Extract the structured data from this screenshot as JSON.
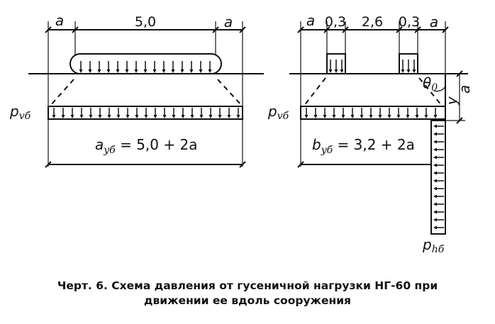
{
  "left": {
    "dim_a_left": "a",
    "dim_span": "5,0",
    "dim_a_right": "a",
    "load_label": "p",
    "load_sub": "vб",
    "formula_main": "a",
    "formula_sub": "yб",
    "formula_rest": " = 5,0 + 2a"
  },
  "right": {
    "dim_a_left": "a",
    "dim_03_left": "0,3",
    "dim_26": "2,6",
    "dim_03_right": "0,3",
    "dim_a_right": "a",
    "load_label": "p",
    "load_sub": "vб",
    "formula_main": "b",
    "formula_sub": "yб",
    "formula_rest": " = 3,2 + 2a",
    "theta": "θ",
    "theta_sub": "0",
    "y_label": "y",
    "a_label": "a",
    "side_label": "p",
    "side_sub": "hб"
  },
  "caption": {
    "line1": "Черт. 6. Схема давления от гусеничной нагрузки НГ-60 при",
    "line2": "движении ее вдоль сооружения"
  }
}
